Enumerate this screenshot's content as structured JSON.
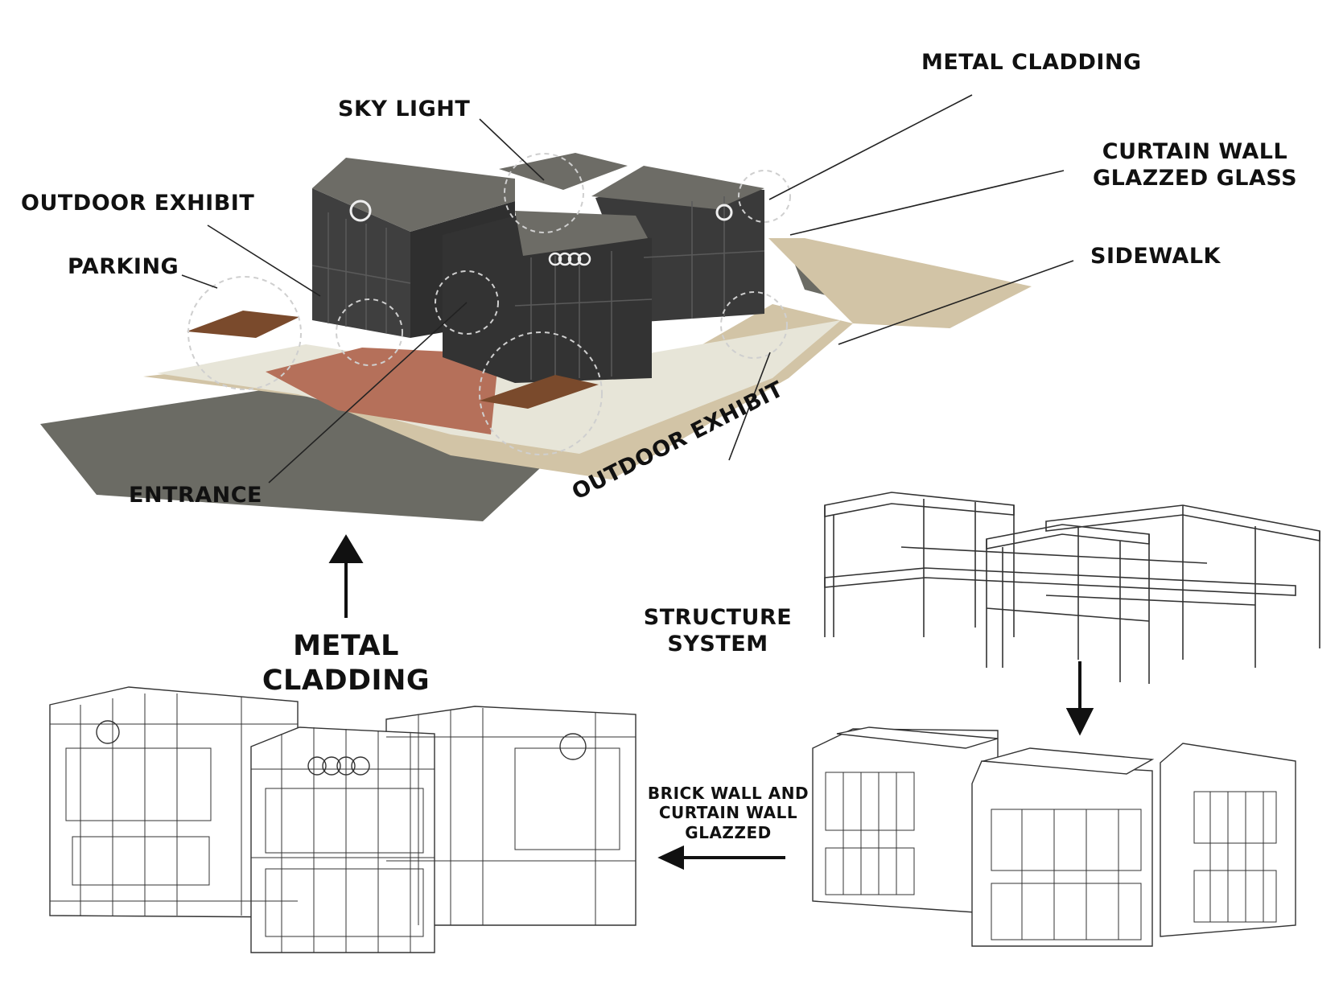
{
  "callouts": {
    "metal_cladding": "METAL CLADDING",
    "sky_light": "SKY LIGHT",
    "curtain_wall_line1": "CURTAIN WALL",
    "curtain_wall_line2": "GLAZZED GLASS",
    "outdoor_exhibit_top": "OUTDOOR EXHIBIT",
    "parking": "PARKING",
    "sidewalk": "SIDEWALK",
    "entrance": "ENTRANCE",
    "outdoor_exhibit_bottom": "OUTDOOR EXHIBIT"
  },
  "stages": {
    "structure_line1": "STRUCTURE",
    "structure_line2": "SYSTEM",
    "brick_line1": "BRICK WALL AND",
    "brick_line2": "CURTAIN WALL",
    "brick_line3": "GLAZZED",
    "cladding_line1": "METAL",
    "cladding_line2": "CLADDING"
  },
  "colors": {
    "facade": "#3d3d3d",
    "roof": "#6d6c66",
    "asphalt": "#6b6b64",
    "sidewalk": "#d2c4a6",
    "plaza": "#b5705a",
    "pergola": "#7a4a2c",
    "lawn": "#e7e5d8"
  }
}
